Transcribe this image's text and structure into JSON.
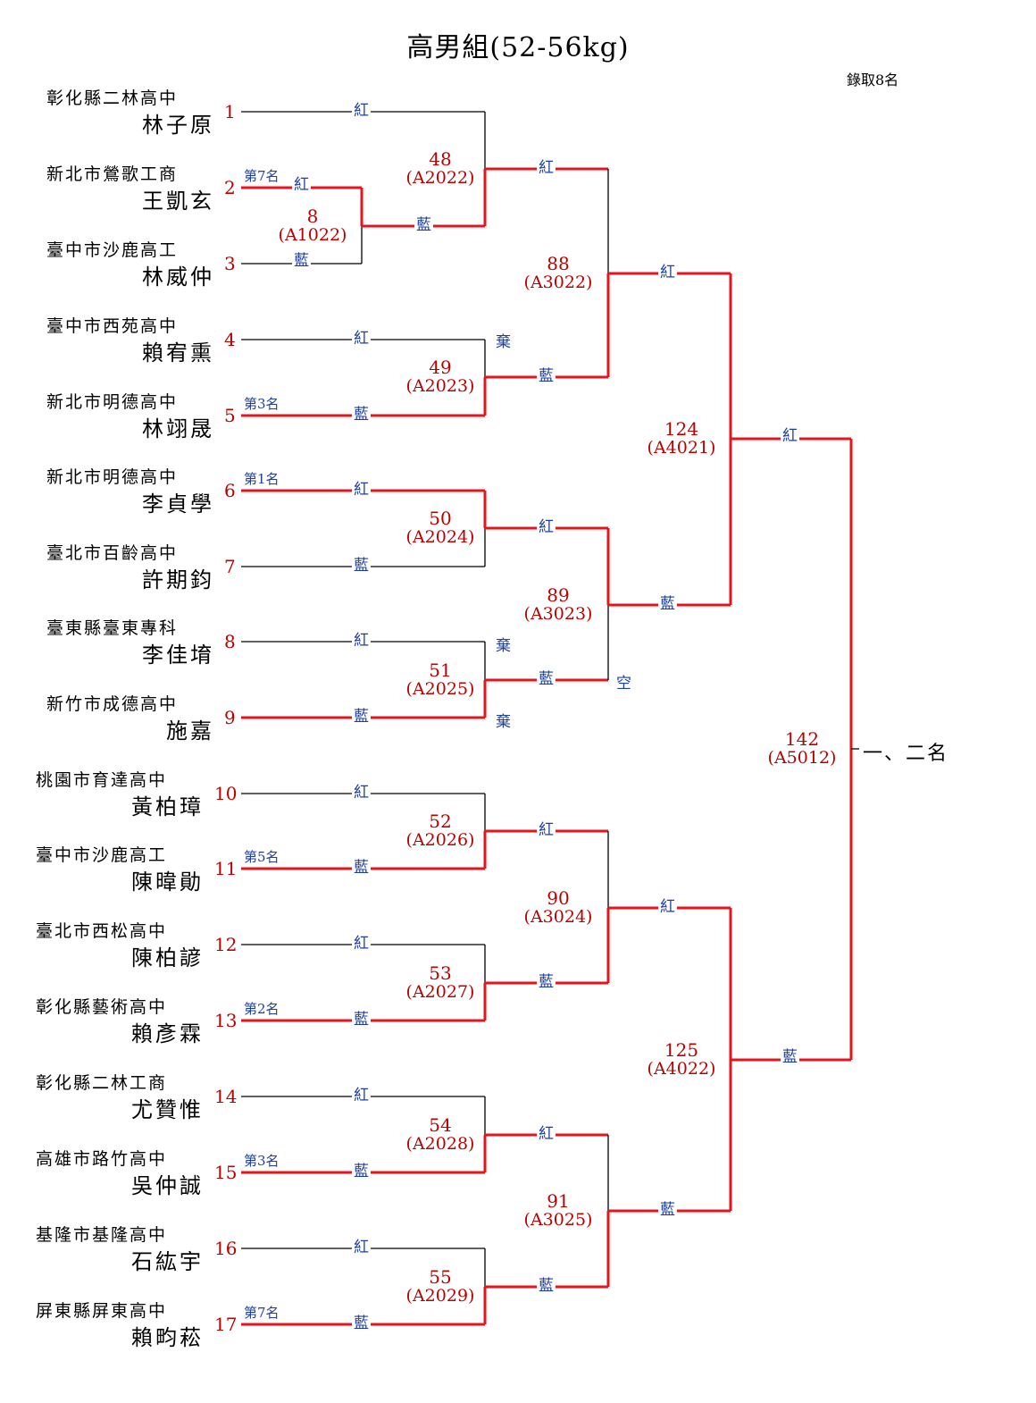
{
  "title": "高男組(52-56kg)",
  "note": "錄取8名",
  "final_label": "一、二名",
  "colors": {
    "winner_line": "#e8141c",
    "normal_line": "#000000",
    "number_red": "#b00000",
    "corner_blue": "#1f3fa0"
  },
  "corner_labels": {
    "red": "紅",
    "blue": "藍"
  },
  "competitors": [
    {
      "seed": "1",
      "school": "彰化縣二林高中",
      "name": "林子原",
      "rank": ""
    },
    {
      "seed": "2",
      "school": "新北市鶯歌工商",
      "name": "王凱玄",
      "rank": "第7名"
    },
    {
      "seed": "3",
      "school": "臺中市沙鹿高工",
      "name": "林威仲",
      "rank": ""
    },
    {
      "seed": "4",
      "school": "臺中市西苑高中",
      "name": "賴宥熏",
      "rank": ""
    },
    {
      "seed": "5",
      "school": "新北市明德高中",
      "name": "林翊晟",
      "rank": "第3名"
    },
    {
      "seed": "6",
      "school": "新北市明德高中",
      "name": "李貞學",
      "rank": "第1名"
    },
    {
      "seed": "7",
      "school": "臺北市百齡高中",
      "name": "許期鈞",
      "rank": ""
    },
    {
      "seed": "8",
      "school": "臺東縣臺東專科",
      "name": "李佳堉",
      "rank": ""
    },
    {
      "seed": "9",
      "school": "新竹市成德高中",
      "name": "施嘉",
      "rank": ""
    },
    {
      "seed": "10",
      "school": "桃園市育達高中",
      "name": "黃柏璋",
      "rank": ""
    },
    {
      "seed": "11",
      "school": "臺中市沙鹿高工",
      "name": "陳暐勛",
      "rank": "第5名"
    },
    {
      "seed": "12",
      "school": "臺北市西松高中",
      "name": "陳柏諺",
      "rank": ""
    },
    {
      "seed": "13",
      "school": "彰化縣藝術高中",
      "name": "賴彥霖",
      "rank": "第2名"
    },
    {
      "seed": "14",
      "school": "彰化縣二林工商",
      "name": "尤贊惟",
      "rank": ""
    },
    {
      "seed": "15",
      "school": "高雄市路竹高中",
      "name": "吳仲誠",
      "rank": "第3名"
    },
    {
      "seed": "16",
      "school": "基隆市基隆高中",
      "name": "石紘宇",
      "rank": ""
    },
    {
      "seed": "17",
      "school": "屏東縣屏東高中",
      "name": "賴畇菘",
      "rank": "第7名"
    }
  ],
  "matches": [
    {
      "num": "8",
      "code": "(A1022)"
    },
    {
      "num": "48",
      "code": "(A2022)"
    },
    {
      "num": "49",
      "code": "(A2023)"
    },
    {
      "num": "50",
      "code": "(A2024)"
    },
    {
      "num": "51",
      "code": "(A2025)"
    },
    {
      "num": "52",
      "code": "(A2026)"
    },
    {
      "num": "53",
      "code": "(A2027)"
    },
    {
      "num": "54",
      "code": "(A2028)"
    },
    {
      "num": "55",
      "code": "(A2029)"
    },
    {
      "num": "88",
      "code": "(A3022)"
    },
    {
      "num": "89",
      "code": "(A3023)"
    },
    {
      "num": "90",
      "code": "(A3024)"
    },
    {
      "num": "91",
      "code": "(A3025)"
    },
    {
      "num": "124",
      "code": "(A4021)"
    },
    {
      "num": "125",
      "code": "(A4022)"
    },
    {
      "num": "142",
      "code": "(A5012)"
    }
  ],
  "marks": {
    "forfeit": "棄",
    "empty": "空"
  }
}
